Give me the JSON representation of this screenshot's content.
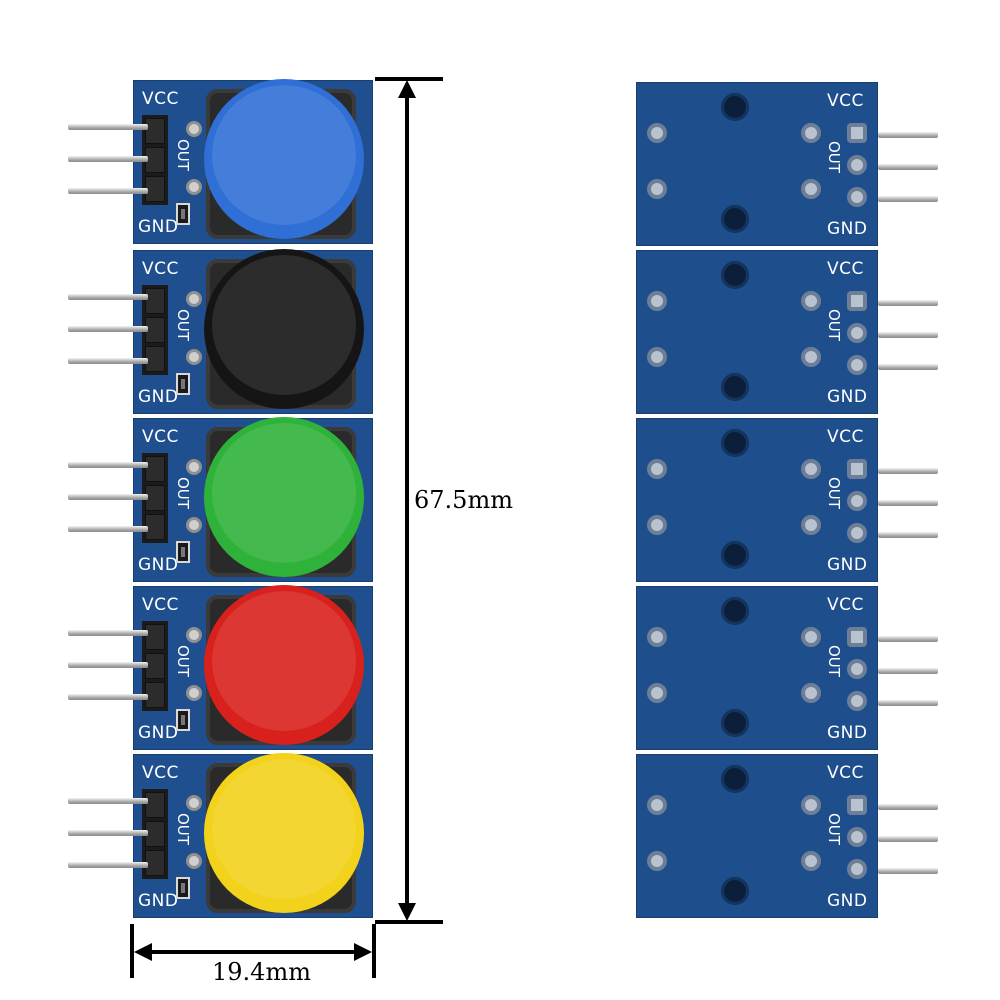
{
  "labels": {
    "vcc": "VCC",
    "out": "OUT",
    "gnd": "GND"
  },
  "dimensions": {
    "height": "67.5mm",
    "width": "19.4mm"
  },
  "buttons": [
    {
      "color_name": "blue",
      "color": "#2f6fd6"
    },
    {
      "color_name": "black",
      "color": "#151515"
    },
    {
      "color_name": "green",
      "color": "#2fb23a"
    },
    {
      "color_name": "red",
      "color": "#d8211c"
    },
    {
      "color_name": "yellow",
      "color": "#f2d21b"
    }
  ],
  "colors": {
    "pcb": "#1f4f8f",
    "silkscreen": "#ffffff",
    "pins": "#b0b0b0"
  }
}
